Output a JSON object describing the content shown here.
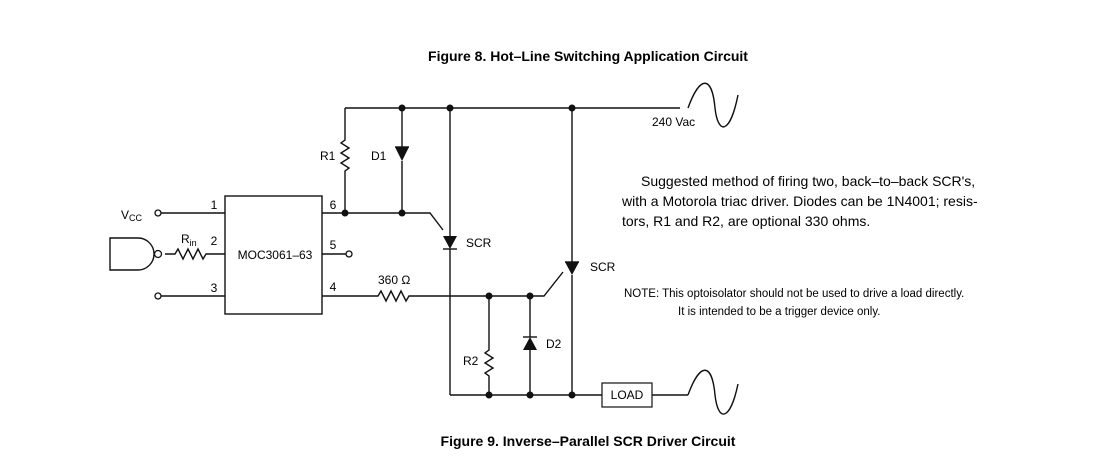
{
  "figure8_caption": "Figure 8. Hot–Line Switching Application Circuit",
  "figure9_caption": "Figure 9. Inverse–Parallel SCR Driver Circuit",
  "labels": {
    "vcc_main": "V",
    "vcc_sub": "CC",
    "rin_main": "R",
    "rin_sub": "in",
    "ic_name": "MOC3061–63",
    "pin1": "1",
    "pin2": "2",
    "pin3": "3",
    "pin4": "4",
    "pin5": "5",
    "pin6": "6",
    "r1": "R1",
    "d1": "D1",
    "r2": "R2",
    "d2": "D2",
    "scr_top": "SCR",
    "scr_right": "SCR",
    "resistor_360": "360 Ω",
    "ac_source": "240 Vac",
    "load": "LOAD"
  },
  "description": {
    "line1": "Suggested method of firing two, back–to–back SCR's,",
    "line2": "with a Motorola triac driver. Diodes can be 1N4001; resis-",
    "line3": "tors, R1 and R2, are optional 330 ohms."
  },
  "note": {
    "line1": "NOTE: This optoisolator should not be used to drive a load directly.",
    "line2": "It is intended to be a trigger device only."
  }
}
